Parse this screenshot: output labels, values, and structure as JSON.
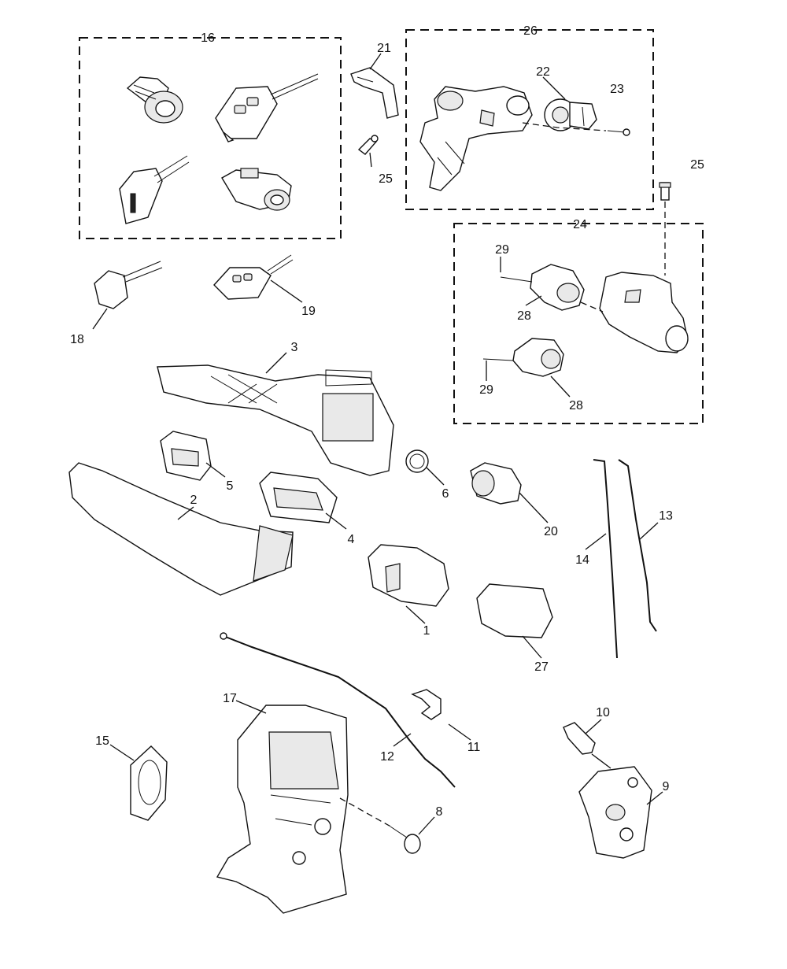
{
  "diagram": {
    "callouts": {
      "c1": "1",
      "c2": "2",
      "c3": "3",
      "c4": "4",
      "c5": "5",
      "c6": "6",
      "c8": "8",
      "c9": "9",
      "c10": "10",
      "c11": "11",
      "c12": "12",
      "c13": "13",
      "c14": "14",
      "c15": "15",
      "c16": "16",
      "c17": "17",
      "c18": "18",
      "c19": "19",
      "c20": "20",
      "c21": "21",
      "c22": "22",
      "c23": "23",
      "c24": "24",
      "c25a": "25",
      "c25b": "25",
      "c26": "26",
      "c27": "27",
      "c28a": "28",
      "c28b": "28",
      "c29a": "29",
      "c29b": "29"
    }
  }
}
